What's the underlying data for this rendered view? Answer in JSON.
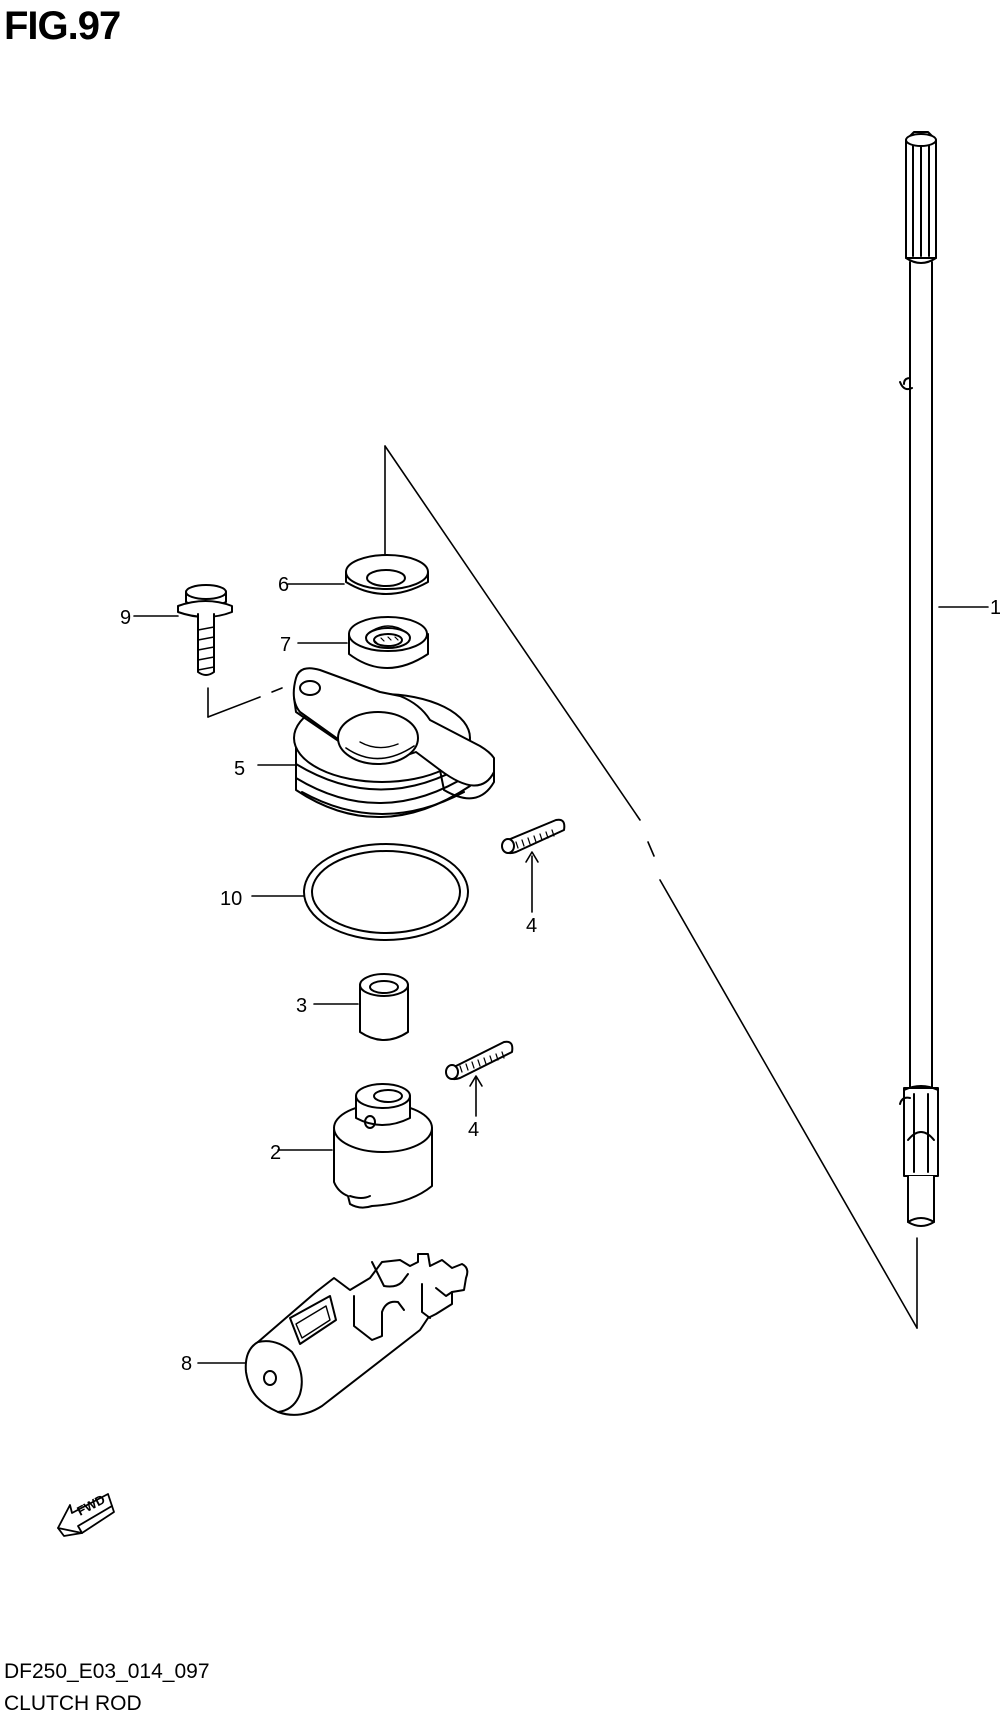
{
  "header": {
    "figure_title": "FIG.97"
  },
  "footer": {
    "drawing_code": "DF250_E03_014_097",
    "section_name": "CLUTCH ROD"
  },
  "fwd_arrow": {
    "label": "FWD"
  },
  "callouts": {
    "p1": "1",
    "p2": "2",
    "p3": "3",
    "p4a": "4",
    "p4b": "4",
    "p5": "5",
    "p6": "6",
    "p7": "7",
    "p8": "8",
    "p9": "9",
    "p10": "10"
  },
  "colors": {
    "line": "#000000",
    "background": "#ffffff"
  }
}
